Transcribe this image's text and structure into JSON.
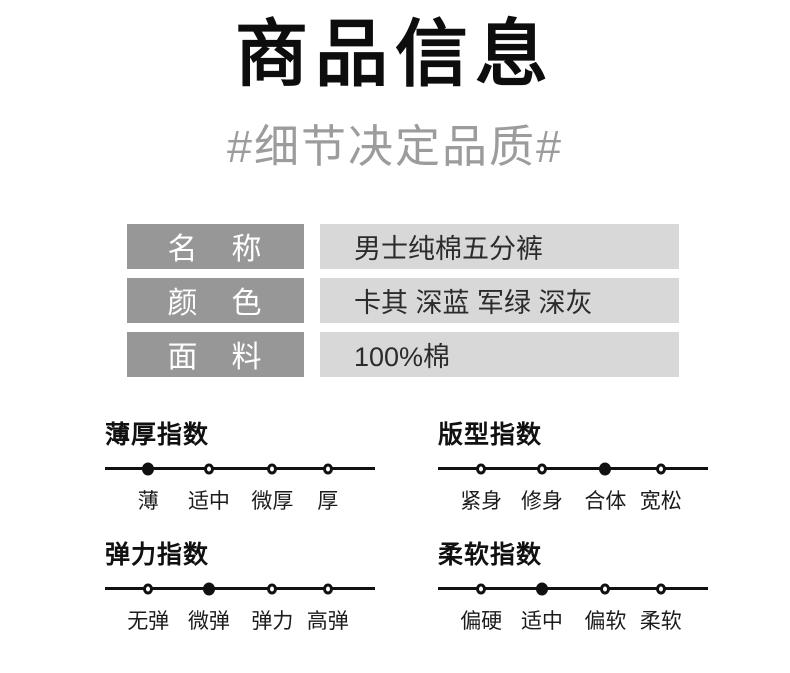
{
  "page": {
    "title": "商品信息",
    "subtitle": "#细节决定品质#"
  },
  "info_table": {
    "rows": [
      {
        "label": "名　称",
        "value": "男士纯棉五分裤"
      },
      {
        "label": "颜　色",
        "value": "卡其 深蓝 军绿 深灰"
      },
      {
        "label": "面　料",
        "value": "100%棉"
      }
    ]
  },
  "indexes": [
    {
      "title": "薄厚指数",
      "options": [
        "薄",
        "适中",
        "微厚",
        "厚"
      ],
      "selected": 0
    },
    {
      "title": "版型指数",
      "options": [
        "紧身",
        "修身",
        "合体",
        "宽松"
      ],
      "selected": 2
    },
    {
      "title": "弹力指数",
      "options": [
        "无弹",
        "微弹",
        "弹力",
        "高弹"
      ],
      "selected": 1
    },
    {
      "title": "柔软指数",
      "options": [
        "偏硬",
        "适中",
        "偏软",
        "柔软"
      ],
      "selected": 1
    }
  ],
  "colors": {
    "title_text": "#0d0d0d",
    "subtitle_text": "#9c9c9c",
    "label_cell_bg": "#979797",
    "label_cell_text": "#ffffff",
    "value_cell_bg": "#d8d8d8",
    "value_cell_text": "#2b2b2b",
    "scale_ink": "#111111"
  }
}
